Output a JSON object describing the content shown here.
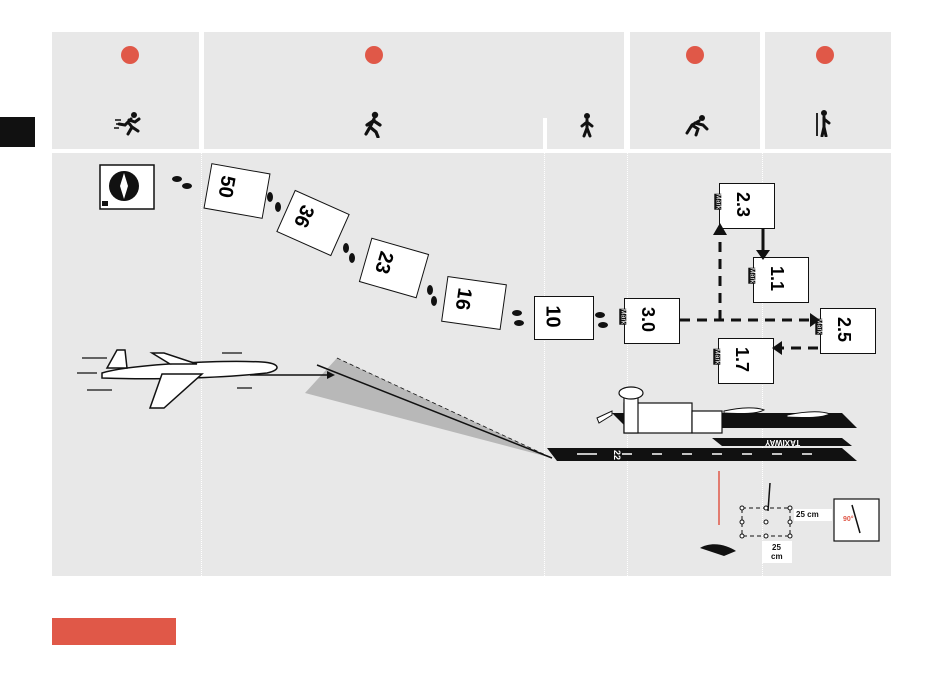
{
  "phases": [
    {
      "icon": "sprinting-person-icon"
    },
    {
      "icon": "walking-person-icon"
    },
    {
      "icon": "slow-walking-person-icon"
    },
    {
      "icon": "crouching-person-icon"
    },
    {
      "icon": "standing-person-with-probe-icon"
    }
  ],
  "devices": [
    {
      "value": "50"
    },
    {
      "value": "36"
    },
    {
      "value": "23"
    },
    {
      "value": "16"
    },
    {
      "value": "10"
    },
    {
      "value": "3.0",
      "label": "Mark"
    },
    {
      "value": "2.3",
      "label": "Mark"
    },
    {
      "value": "1.1",
      "label": "Mark"
    },
    {
      "value": "2.5",
      "label": "Mark"
    },
    {
      "value": "1.7",
      "label": "Mark"
    }
  ],
  "airport": {
    "runway_number": "22",
    "taxiway_label": "TAXIWAY"
  },
  "probing": {
    "spacing_horizontal": "25 cm",
    "spacing_vertical_top": "25",
    "spacing_vertical_bottom": "cm",
    "angle": "90°"
  },
  "colors": {
    "accent": "#e05848",
    "panel": "#e8e8e8",
    "ink": "#111111"
  }
}
